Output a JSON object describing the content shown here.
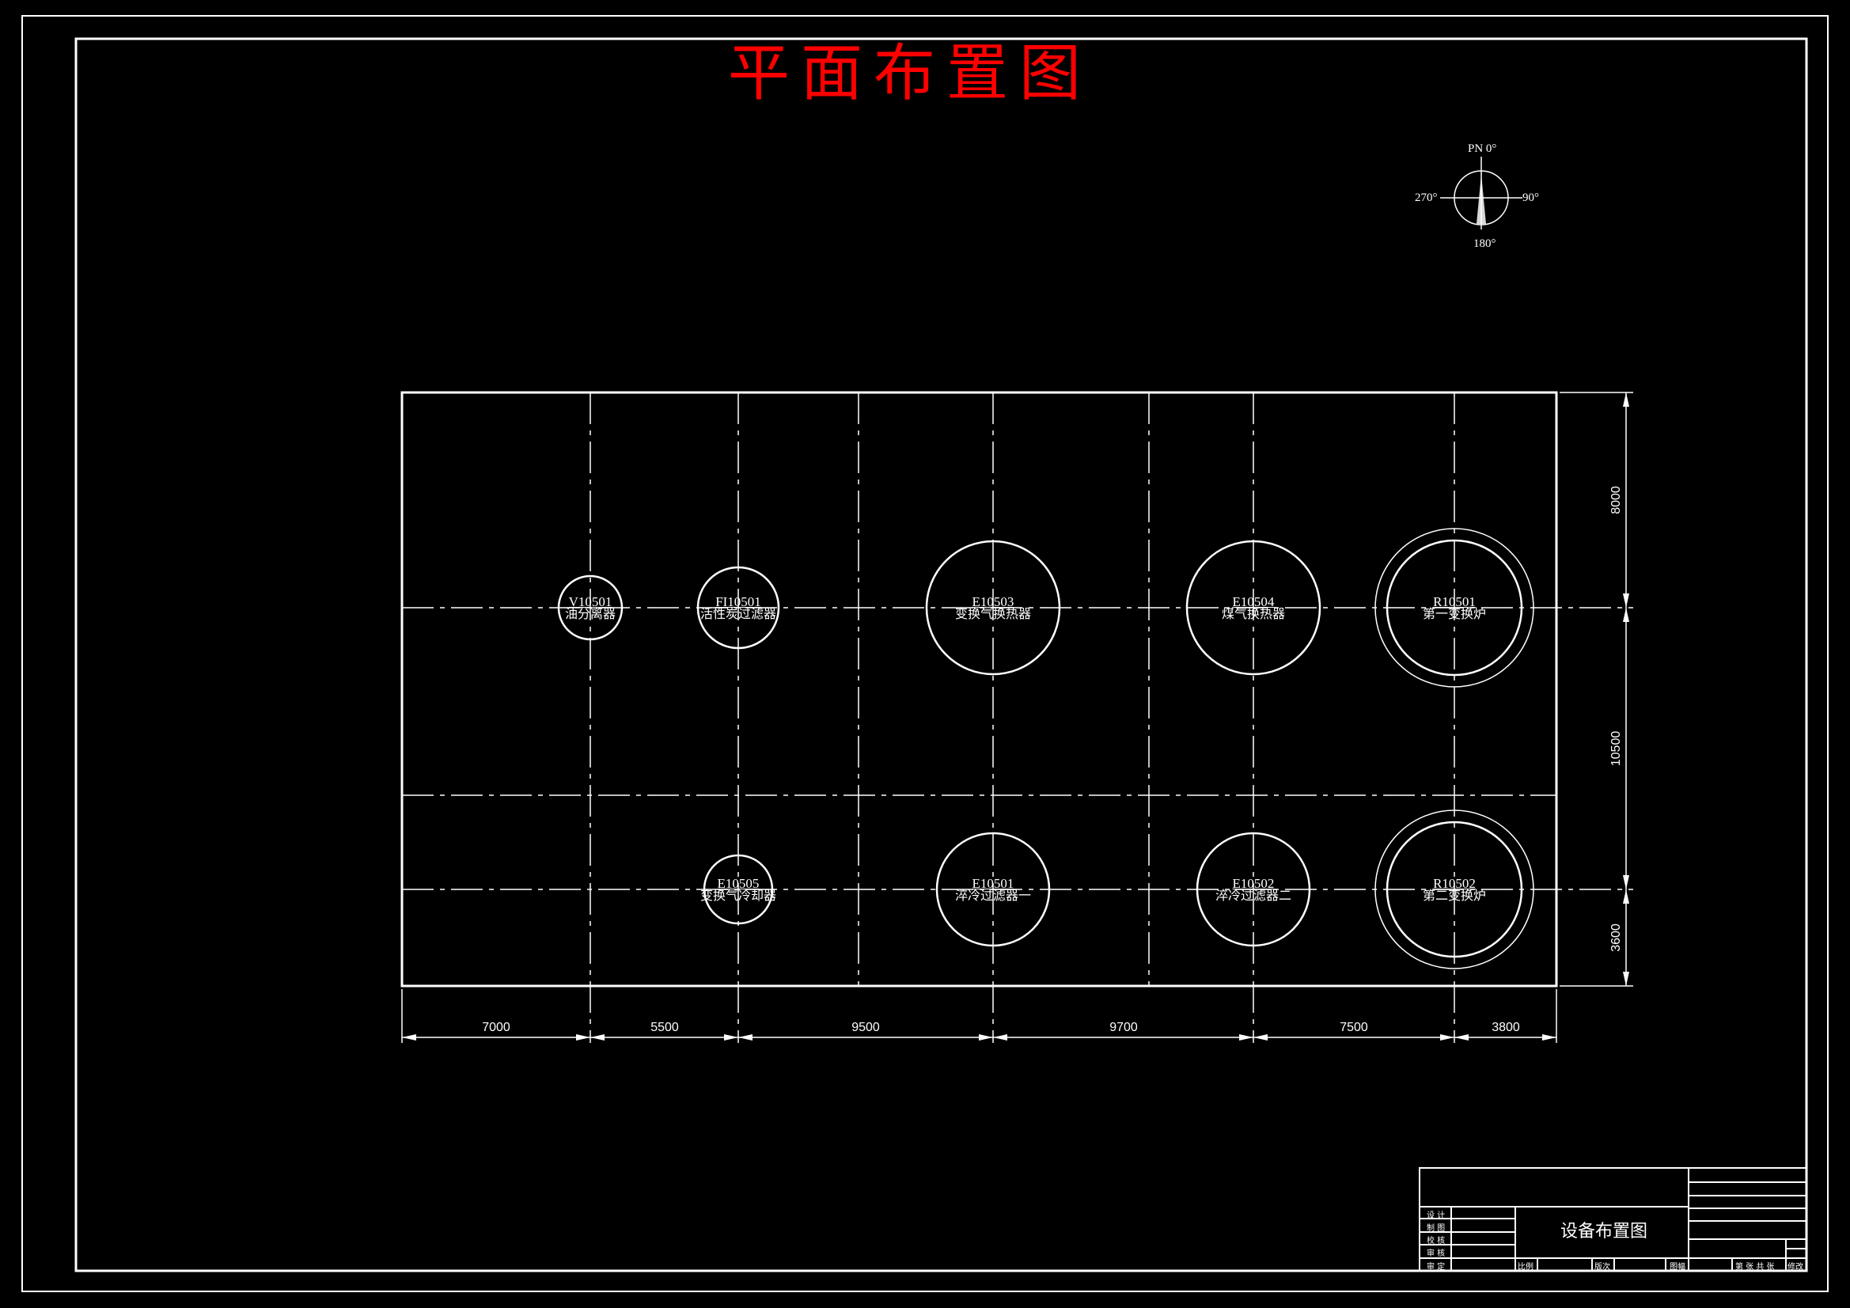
{
  "title": "平面布置图",
  "compass": {
    "north": "PN 0°",
    "east": "90°",
    "south": "180°",
    "west": "270°"
  },
  "equipment": [
    {
      "tag": "V10501",
      "name": "油分离器"
    },
    {
      "tag": "FI10501",
      "name": "活性炭过滤器"
    },
    {
      "tag": "E10503",
      "name": "变换气换热器"
    },
    {
      "tag": "E10504",
      "name": "煤气换热器"
    },
    {
      "tag": "R10501",
      "name": "第一变换炉"
    },
    {
      "tag": "E10505",
      "name": "变换气冷却器"
    },
    {
      "tag": "E10501",
      "name": "淬冷过滤器一"
    },
    {
      "tag": "E10502",
      "name": "淬冷过滤器二"
    },
    {
      "tag": "R10502",
      "name": "第二变换炉"
    }
  ],
  "dimensions": {
    "horizontal": [
      "7000",
      "5500",
      "9500",
      "9700",
      "7500",
      "3800"
    ],
    "vertical": [
      "8000",
      "10500",
      "3600"
    ]
  },
  "title_block": {
    "drawing_name": "设备布置图",
    "roles": [
      "设 计",
      "制 图",
      "校 核",
      "审 核",
      "审 定"
    ],
    "scale_label": "比例",
    "revision_label": "版次",
    "size_label": "图幅",
    "sheet_label": "第  张 共  张",
    "modify_label": "修改"
  },
  "colors": {
    "background": "#000000",
    "lines": "#ffffff",
    "title": "#ff0000"
  }
}
